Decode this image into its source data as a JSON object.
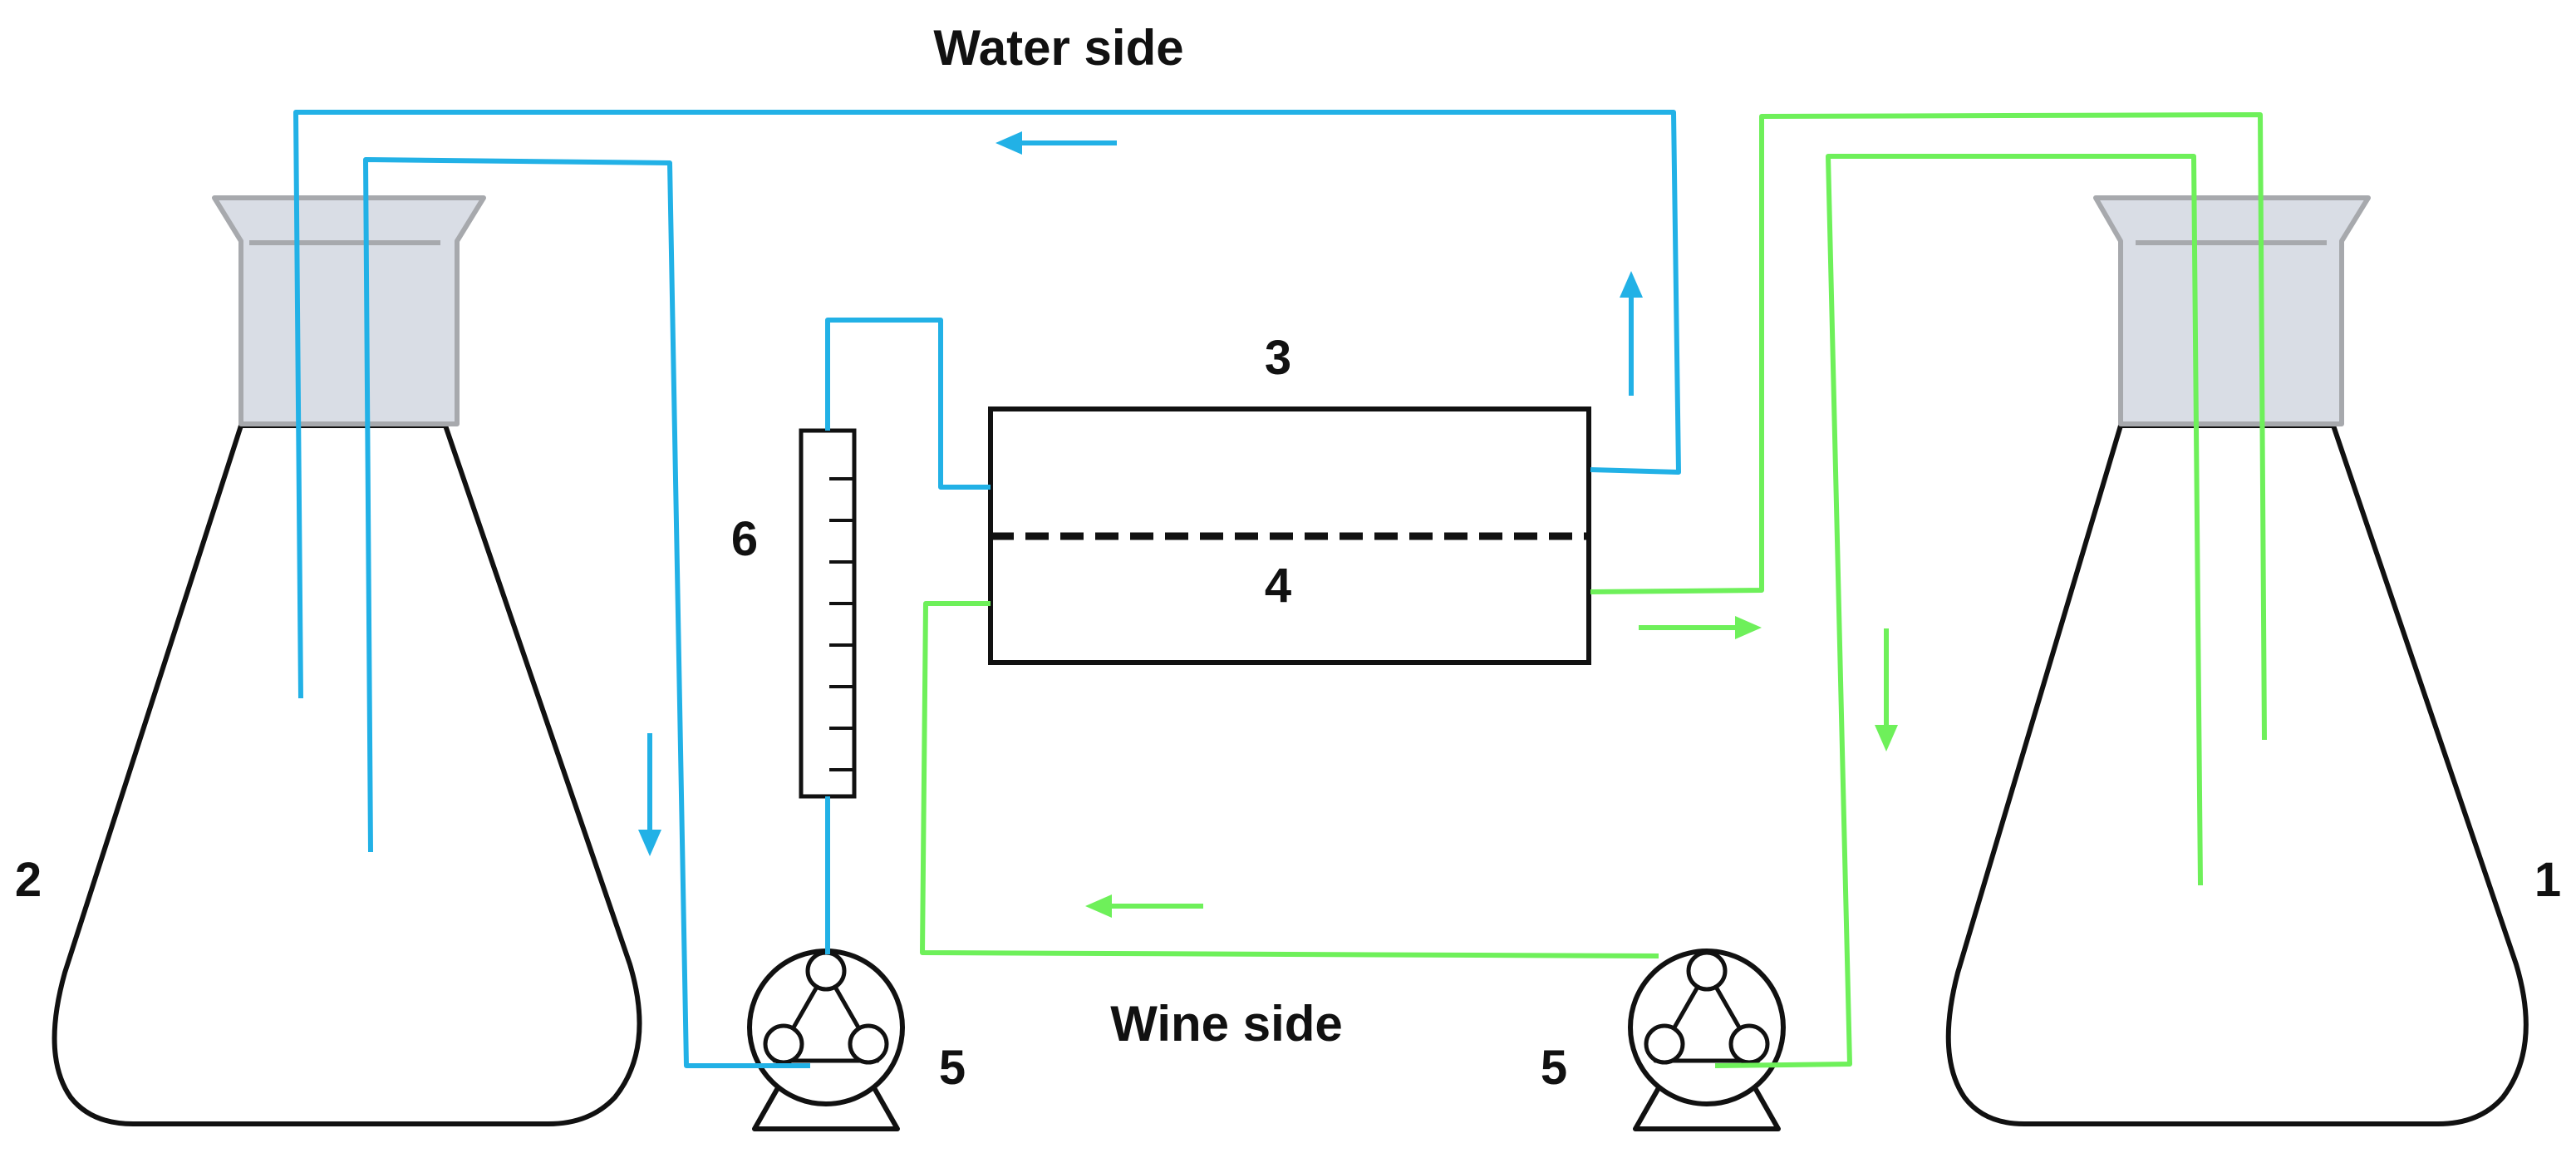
{
  "labels": {
    "water_side": "Water side",
    "wine_side": "Wine side",
    "flask_right": "1",
    "flask_left": "2",
    "cell_upper": "3",
    "membrane": "4",
    "pump_left": "5",
    "pump_right": "5",
    "flowmeter": "6"
  },
  "colors": {
    "water_line": "#22b1e6",
    "wine_line": "#6ef05a",
    "outline": "#111111",
    "stopper": "#d9dde5",
    "stopper_edge": "#a7a9ad"
  }
}
